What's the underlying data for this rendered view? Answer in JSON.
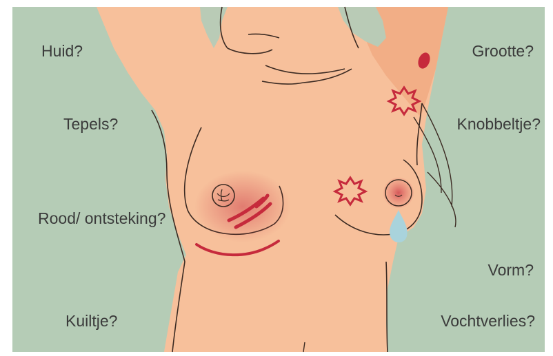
{
  "colors": {
    "background": "#b5ccb6",
    "skin": "#f7c09b",
    "skin_shadow": "#f2ae86",
    "outline": "#3c2b23",
    "hair": "#b9cbb6",
    "symptom_red": "#c62a3c",
    "discharge": "#a9d3dc"
  },
  "labels": {
    "huid": "Huid?",
    "tepels": "Tepels?",
    "rood": "Rood/ ontsteking?",
    "kuiltje": "Kuiltje?",
    "grootte": "Grootte?",
    "knobbeltje": "Knobbeltje?",
    "vorm": "Vorm?",
    "vochtverlies": "Vochtverlies?"
  },
  "icons": {
    "lump_star": "star-burst-icon",
    "droplet": "droplet-icon"
  }
}
